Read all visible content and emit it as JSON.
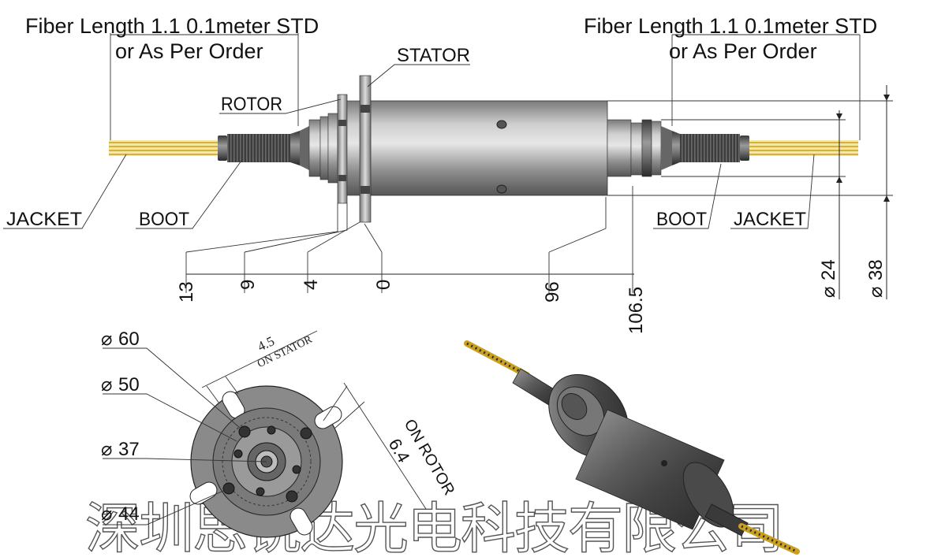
{
  "top_view": {
    "fiber_note_left": {
      "line1": "Fiber Length 1.1 0.1meter STD",
      "line2": "or As Per Order"
    },
    "fiber_note_right": {
      "line1": "Fiber Length 1.1 0.1meter STD",
      "line2": "or As Per Order"
    },
    "labels": {
      "stator": "STATOR",
      "rotor": "ROTOR",
      "jacket_left": "JACKET",
      "boot_left": "BOOT",
      "boot_right": "BOOT",
      "jacket_right": "JACKET"
    },
    "axial_dimensions": [
      "13",
      "9",
      "4",
      "0",
      "96",
      "106.5"
    ],
    "diameters": [
      "24",
      "38"
    ]
  },
  "end_view": {
    "diameters": [
      "60",
      "50",
      "37",
      "44"
    ],
    "dim_stator_value": "4.5",
    "dim_stator_note": "ON STATOR",
    "dim_rotor_value": "6.4",
    "dim_rotor_note": "ON ROTOR"
  },
  "diameter_symbol": "⌀",
  "watermark": "深圳思锐达光电科技有限公司",
  "colors": {
    "fiber_yellow": "#e8c23a",
    "body_dark": "#6e6e6e",
    "body_light": "#d9d9d9",
    "line": "#222222"
  }
}
